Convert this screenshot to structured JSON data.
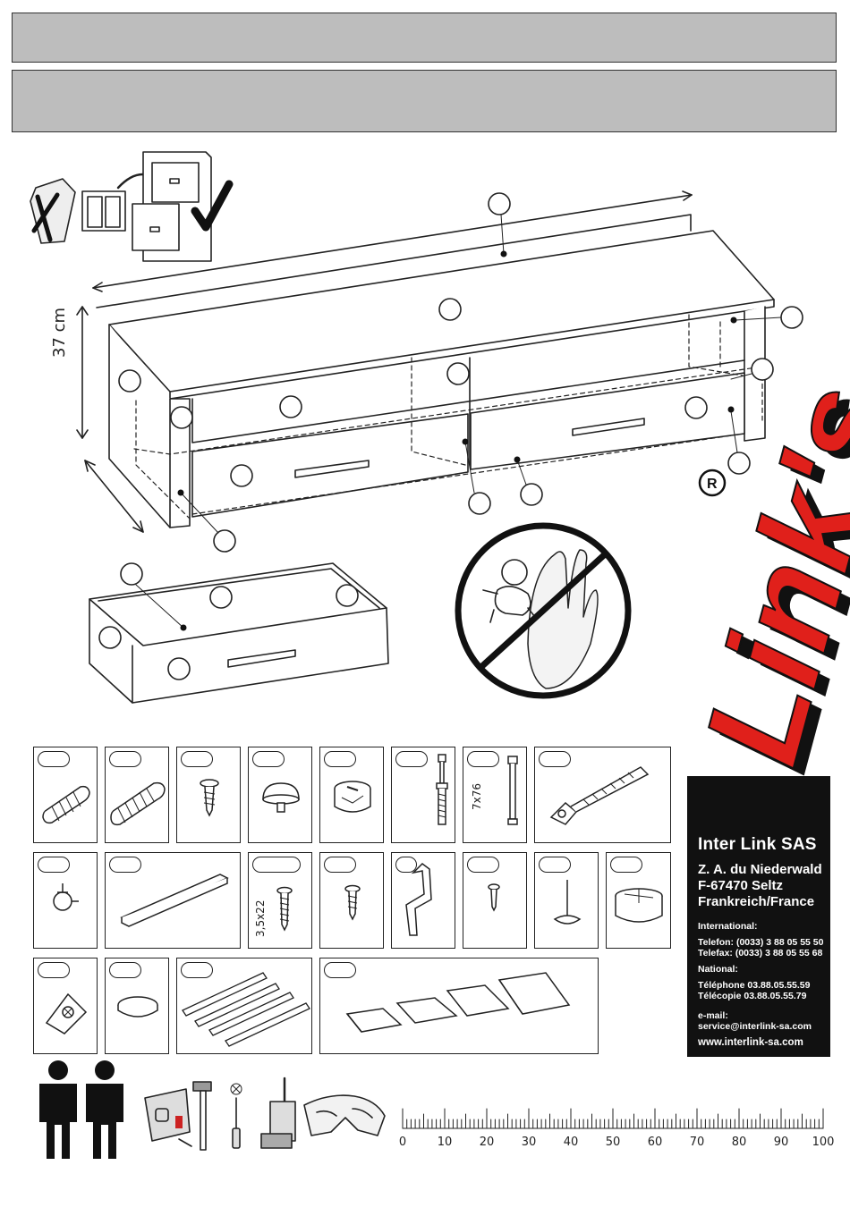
{
  "header": {
    "bar1_text": "",
    "bar2_text": ""
  },
  "diagram": {
    "height_dimension": "37 cm"
  },
  "hardware": {
    "row1": [
      {
        "id": "dowel-small",
        "label": ""
      },
      {
        "id": "dowel-large",
        "label": ""
      },
      {
        "id": "screw-short",
        "label": ""
      },
      {
        "id": "cap",
        "label": ""
      },
      {
        "id": "cam-lock",
        "label": ""
      },
      {
        "id": "cam-bolt",
        "label": ""
      },
      {
        "id": "connector-bolt",
        "label": "7x76"
      },
      {
        "id": "long-bolt",
        "label": ""
      }
    ],
    "row2": [
      {
        "id": "knob-screw",
        "label": ""
      },
      {
        "id": "handle-bar",
        "label": ""
      },
      {
        "id": "screw-long",
        "label": "3,5x22"
      },
      {
        "id": "screw-medium",
        "label": ""
      },
      {
        "id": "allen-key",
        "label": ""
      },
      {
        "id": "screw-small",
        "label": ""
      },
      {
        "id": "nail",
        "label": ""
      },
      {
        "id": "foot-cup",
        "label": ""
      }
    ],
    "row3": [
      {
        "id": "bracket",
        "label": ""
      },
      {
        "id": "felt-pad",
        "label": ""
      },
      {
        "id": "drawer-runners",
        "label": ""
      },
      {
        "id": "shims",
        "label": ""
      }
    ]
  },
  "brand": {
    "logo_text": "Link's",
    "registered": "R",
    "company": "Inter Link SAS",
    "address_lines": [
      "Z. A. du Niederwald",
      "F-67470 Seltz",
      "Frankreich/France"
    ],
    "international_title": "International:",
    "telefon": "Telefon: (0033) 3 88 05 55 50",
    "telefax": "Telefax: (0033) 3 88 05 55 68",
    "national_title": "National:",
    "telephone": "Téléphone 03.88.05.55.59",
    "telecopie": "Télécopie  03.88.05.55.79",
    "email_title": "e-mail:",
    "email": "service@interlink-sa.com",
    "website": "www.interlink-sa.com",
    "colors": {
      "logo_red": "#e0201b",
      "panel_black": "#111111"
    }
  },
  "ruler": {
    "ticks": [
      "0",
      "10",
      "20",
      "30",
      "40",
      "50",
      "60",
      "70",
      "80",
      "90",
      "100"
    ]
  },
  "icons": [
    "recycling-icon",
    "two-persons-icon",
    "tape-measure-icon",
    "hammer-icon",
    "screwdriver-icon",
    "drill-icon",
    "safety-glasses-icon",
    "no-children-icon"
  ]
}
